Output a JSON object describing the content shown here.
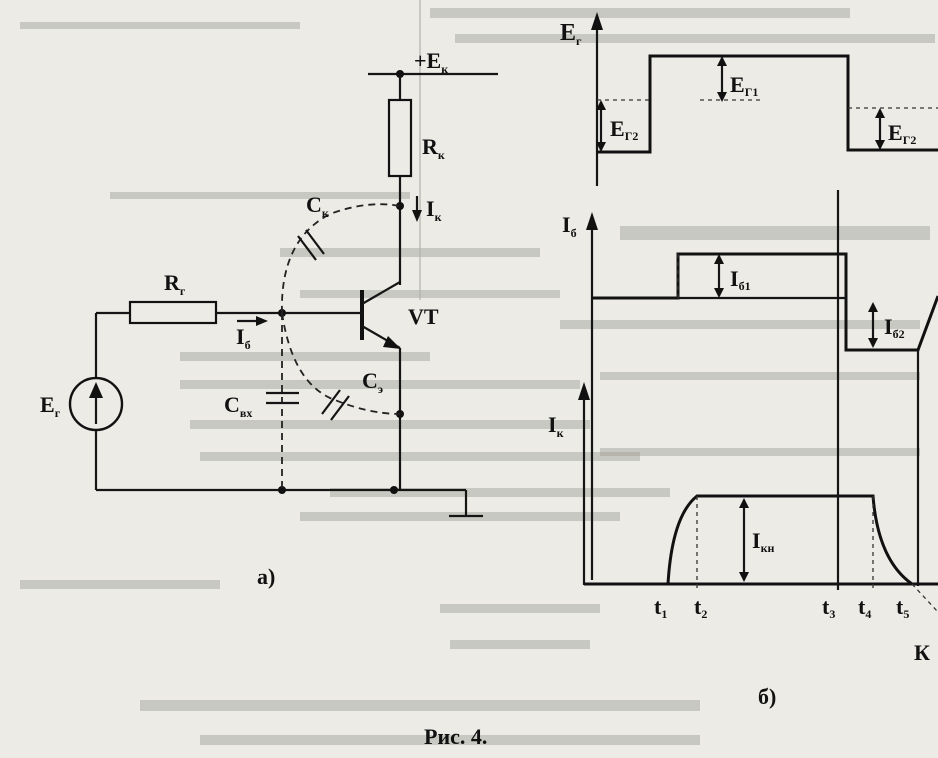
{
  "circuit": {
    "supply_label": "+E",
    "supply_sub": "к",
    "collector_resistor": "R",
    "collector_resistor_sub": "к",
    "collector_current": "I",
    "collector_current_sub": "к",
    "collector_cap": "C",
    "collector_cap_sub": "к",
    "generator_resistor": "R",
    "generator_resistor_sub": "г",
    "base_current": "I",
    "base_current_sub": "б",
    "transistor": "VT",
    "emitter_cap": "C",
    "emitter_cap_sub": "э",
    "input_cap": "C",
    "input_cap_sub": "вх",
    "generator": "E",
    "generator_sub": "г",
    "panel_label": "а)"
  },
  "timing": {
    "eg_axis": "E",
    "eg_axis_sub": "г",
    "eg1": "E",
    "eg1_sub": "Г1",
    "eg2_left": "E",
    "eg2_left_sub": "Г2",
    "eg2_right": "E",
    "eg2_right_sub": "Г2",
    "ib_axis": "I",
    "ib_axis_sub": "б",
    "ib1": "I",
    "ib1_sub": "б1",
    "ib2": "I",
    "ib2_sub": "б2",
    "ik_axis": "I",
    "ik_axis_sub": "к",
    "ikn": "I",
    "ikn_sub": "кн",
    "t1": "t",
    "t1_sub": "1",
    "t2": "t",
    "t2_sub": "2",
    "t3": "t",
    "t3_sub": "3",
    "t4": "t",
    "t4_sub": "4",
    "t5": "t",
    "t5_sub": "5",
    "k_mark": "К",
    "panel_label": "б)"
  },
  "figure_caption": "Рис. 4."
}
